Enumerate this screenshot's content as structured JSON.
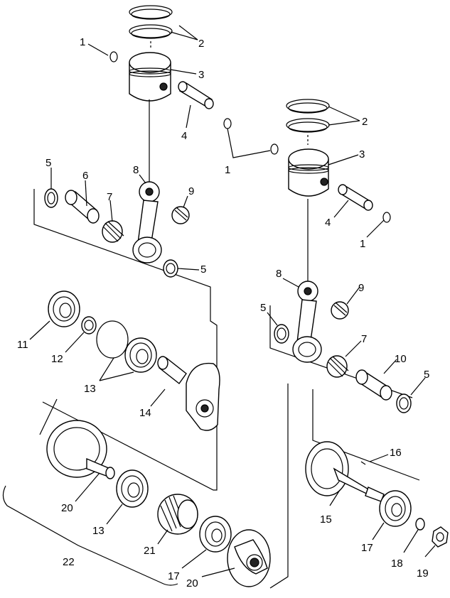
{
  "diagram": {
    "callouts": [
      {
        "id": "c1a",
        "text": "1"
      },
      {
        "id": "c2a",
        "text": "2"
      },
      {
        "id": "c3a",
        "text": "3"
      },
      {
        "id": "c4a",
        "text": "4"
      },
      {
        "id": "c1b",
        "text": "1"
      },
      {
        "id": "c2b",
        "text": "2"
      },
      {
        "id": "c3b",
        "text": "3"
      },
      {
        "id": "c4b",
        "text": "4"
      },
      {
        "id": "c1c",
        "text": "1"
      },
      {
        "id": "c5a",
        "text": "5"
      },
      {
        "id": "c6",
        "text": "6"
      },
      {
        "id": "c7a",
        "text": "7"
      },
      {
        "id": "c8a",
        "text": "8"
      },
      {
        "id": "c9a",
        "text": "9"
      },
      {
        "id": "c5b",
        "text": "5"
      },
      {
        "id": "c8b",
        "text": "8"
      },
      {
        "id": "c9b",
        "text": "9"
      },
      {
        "id": "c5c",
        "text": "5"
      },
      {
        "id": "c7b",
        "text": "7"
      },
      {
        "id": "c10",
        "text": "10"
      },
      {
        "id": "c5d",
        "text": "5"
      },
      {
        "id": "c11",
        "text": "11"
      },
      {
        "id": "c12",
        "text": "12"
      },
      {
        "id": "c13a",
        "text": "13"
      },
      {
        "id": "c14",
        "text": "14"
      },
      {
        "id": "c16",
        "text": "16"
      },
      {
        "id": "c15",
        "text": "15"
      },
      {
        "id": "c17a",
        "text": "17"
      },
      {
        "id": "c18",
        "text": "18"
      },
      {
        "id": "c19",
        "text": "19"
      },
      {
        "id": "c20a",
        "text": "20"
      },
      {
        "id": "c13b",
        "text": "13"
      },
      {
        "id": "c21",
        "text": "21"
      },
      {
        "id": "c17b",
        "text": "17"
      },
      {
        "id": "c20b",
        "text": "20"
      },
      {
        "id": "c22",
        "text": "22"
      }
    ]
  }
}
